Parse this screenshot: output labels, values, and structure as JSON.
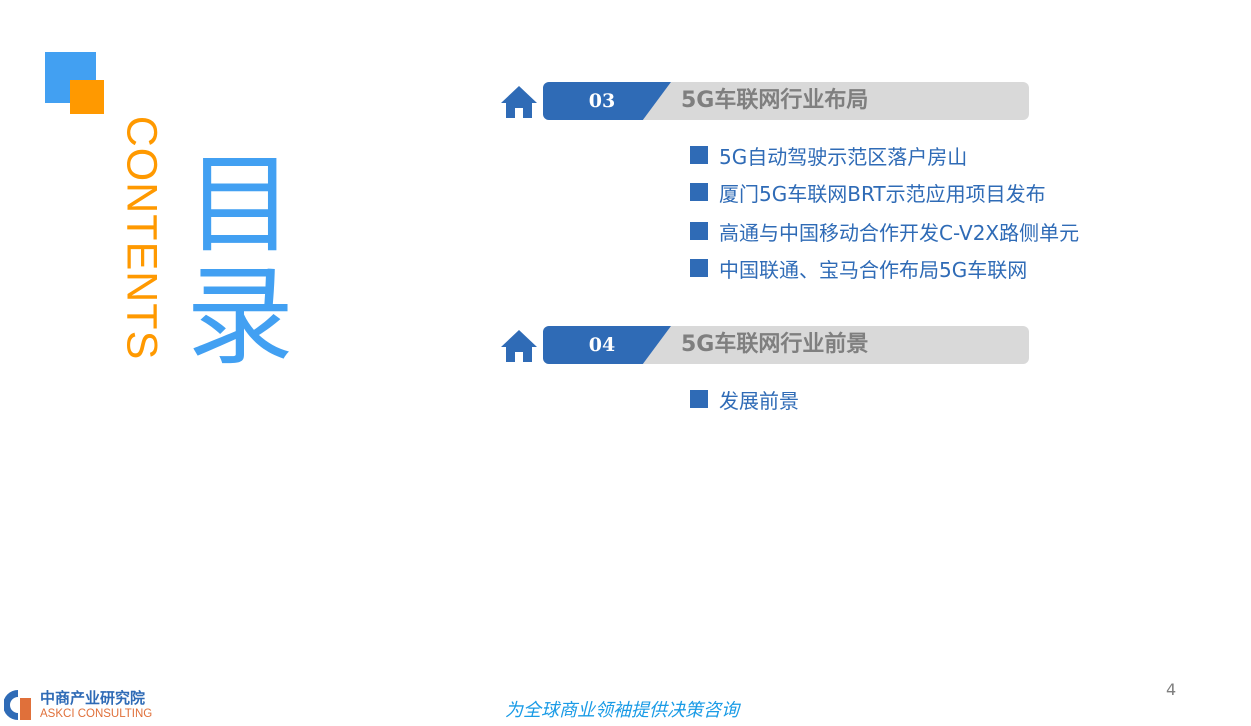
{
  "header": {
    "title_en": "CONTENTS",
    "title_cn": "目录"
  },
  "sections": [
    {
      "number": "03",
      "title": "5G车联网行业布局",
      "items": [
        "5G自动驾驶示范区落户房山",
        "厦门5G车联网BRT示范应用项目发布",
        "高通与中国移动合作开发C-V2X路侧单元",
        "中国联通、宝马合作布局5G车联网"
      ]
    },
    {
      "number": "04",
      "title": "5G车联网行业前景",
      "items": [
        "发展前景"
      ]
    }
  ],
  "footer": {
    "logo_cn": "中商产业研究院",
    "logo_en": "ASKCI CONSULTING",
    "slogan": "为全球商业领袖提供决策咨询",
    "page_number": "4"
  },
  "colors": {
    "blue": "#2f6bb6",
    "light_blue": "#42a0f2",
    "orange": "#ff9900",
    "gray": "#d9d9d9"
  }
}
